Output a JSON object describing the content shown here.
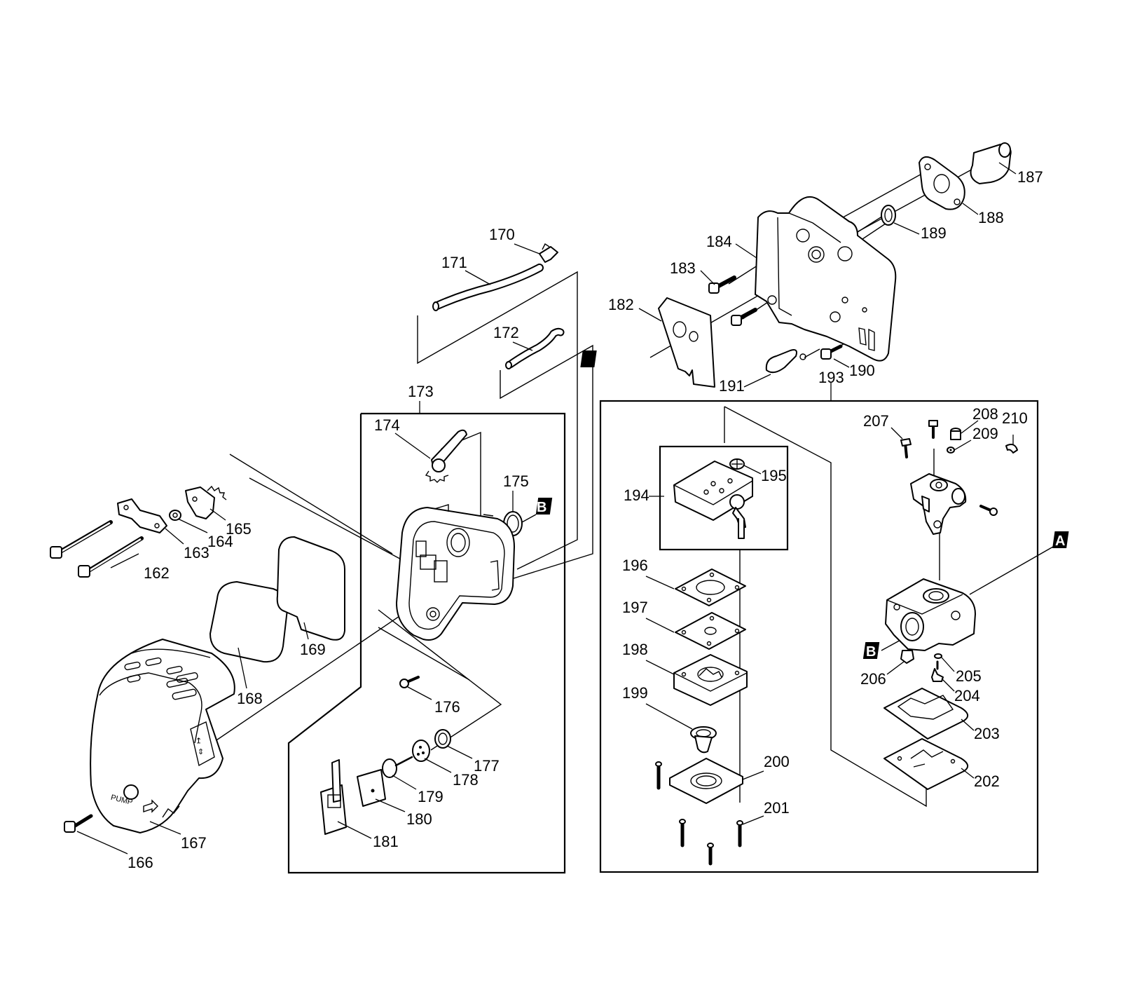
{
  "diagram": {
    "part_numbers": [
      "162",
      "163",
      "164",
      "165",
      "166",
      "167",
      "168",
      "169",
      "170",
      "171",
      "172",
      "173",
      "174",
      "175",
      "176",
      "177",
      "178",
      "179",
      "180",
      "181",
      "182",
      "183",
      "184",
      "187",
      "188",
      "189",
      "190",
      "191",
      "193",
      "194",
      "195",
      "196",
      "197",
      "198",
      "199",
      "200",
      "201",
      "202",
      "203",
      "204",
      "205",
      "206",
      "207",
      "208",
      "209",
      "210"
    ],
    "reference_markers": [
      "A",
      "B"
    ],
    "cover_markings": [
      "PUMP"
    ],
    "colors": {
      "line": "#000000",
      "background": "#ffffff"
    }
  }
}
